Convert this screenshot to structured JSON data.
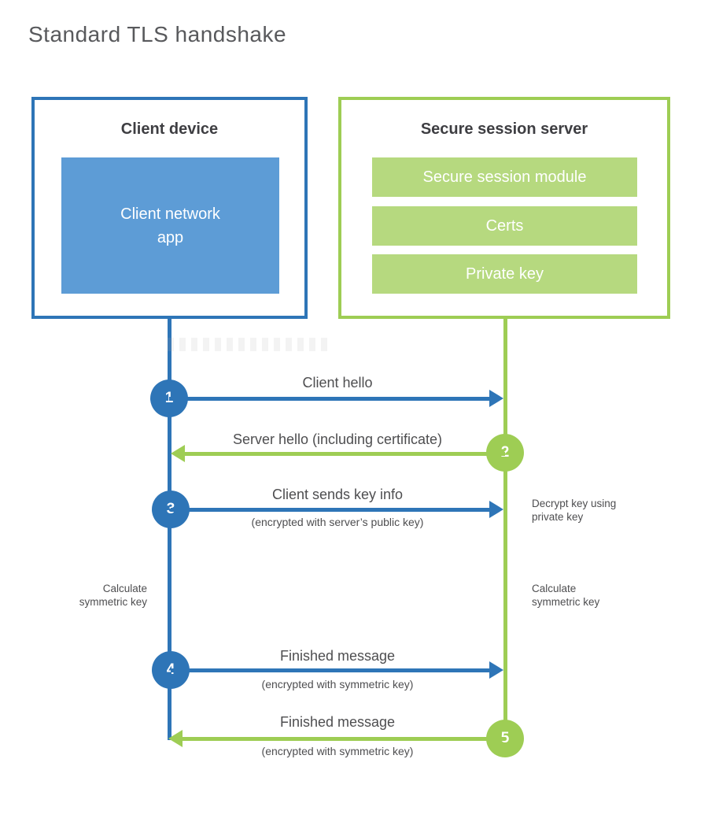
{
  "title": "Standard TLS handshake",
  "colors": {
    "blue": "#2e75b7",
    "blue_fill": "#5d9cd6",
    "green": "#9ecd54",
    "green_fill": "#b6d97f",
    "text_dark": "#3e3e42",
    "text_mid": "#4e4e50",
    "title_gray": "#58595c"
  },
  "client": {
    "title": "Client device",
    "app_label": "Client network\napp"
  },
  "server": {
    "title": "Secure session server",
    "modules": [
      "Secure session module",
      "Certs",
      "Private key"
    ]
  },
  "steps": [
    {
      "num": "1",
      "label": "Client hello",
      "sub": "",
      "direction": "right",
      "color": "blue"
    },
    {
      "num": "2",
      "label": "Server hello (including certificate)",
      "sub": "",
      "direction": "left",
      "color": "green"
    },
    {
      "num": "3",
      "label": "Client sends key info",
      "sub": "(encrypted with server’s public key)",
      "direction": "right",
      "color": "blue"
    },
    {
      "num": "4",
      "label": "Finished message",
      "sub": "(encrypted with symmetric key)",
      "direction": "right",
      "color": "blue"
    },
    {
      "num": "5",
      "label": "Finished message",
      "sub": "(encrypted with symmetric key)",
      "direction": "left",
      "color": "green"
    }
  ],
  "notes": {
    "decrypt": "Decrypt key using\nprivate key",
    "calculate_left": "Calculate\nsymmetric key",
    "calculate_right": "Calculate\nsymmetric key"
  }
}
